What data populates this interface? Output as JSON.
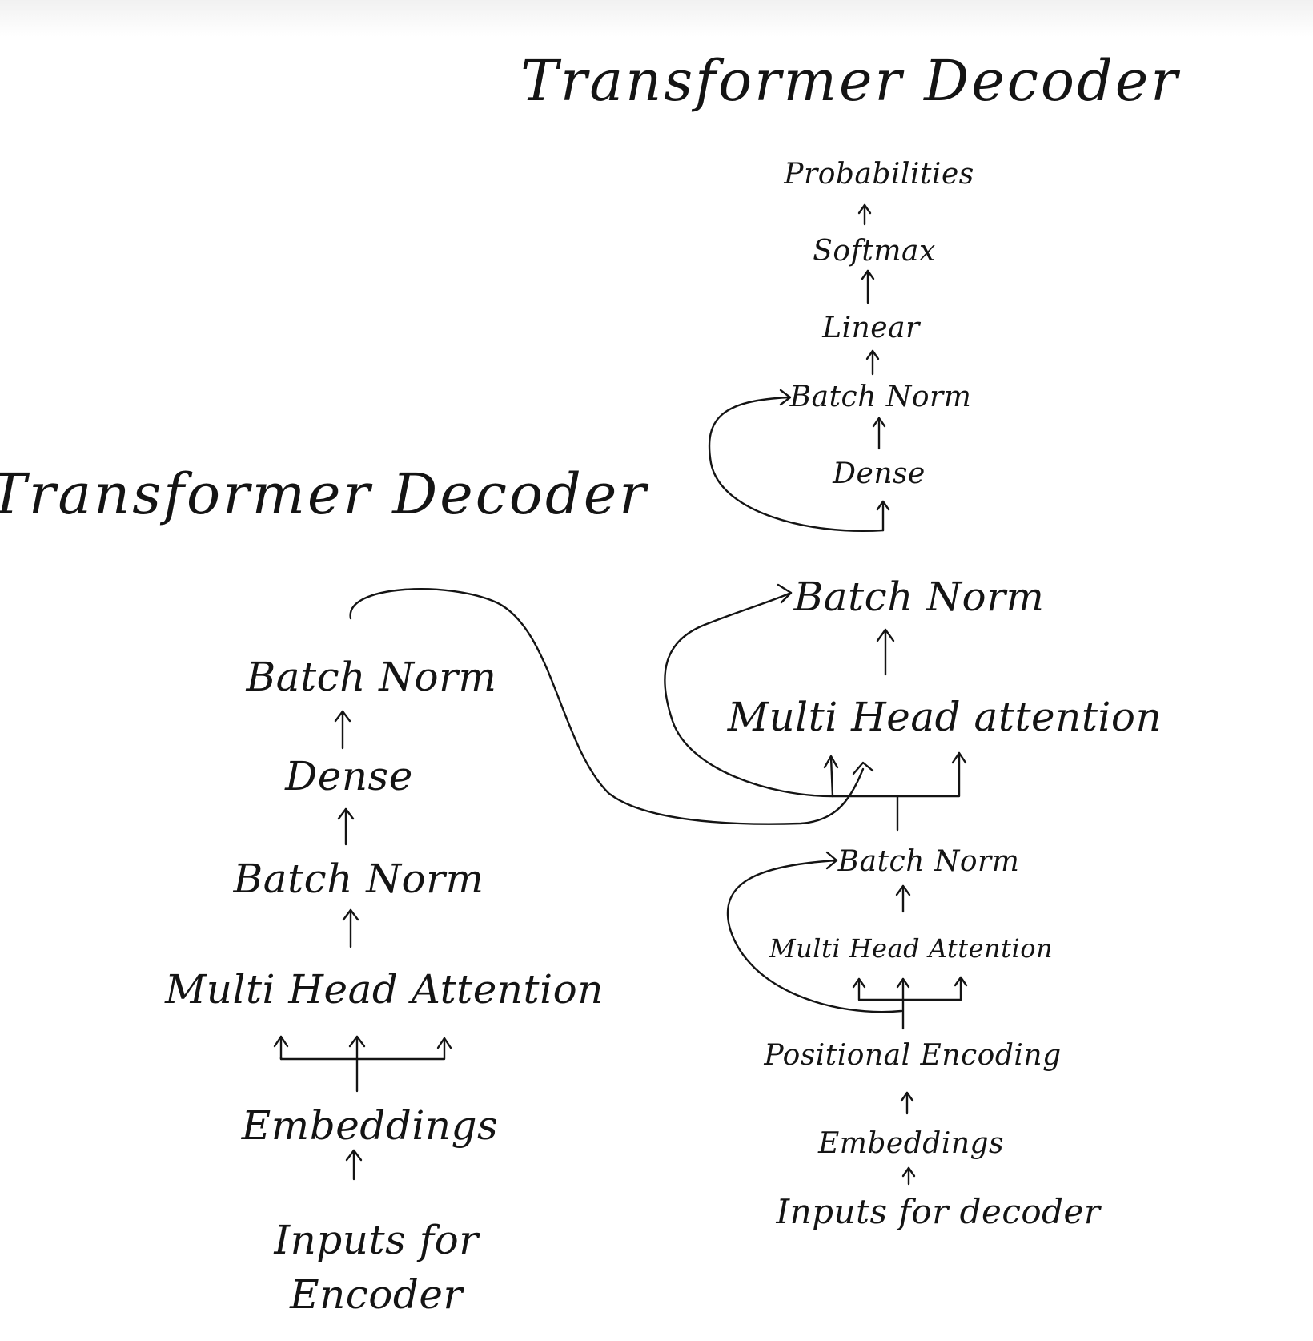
{
  "decoder_title": "Transformer Decoder",
  "encoder_title": "Transformer Decoder",
  "encoder": {
    "inputs": "Inputs for\nEncoder",
    "embeddings": "Embeddings",
    "attention": "Multi Head Attention",
    "norm1": "Batch Norm",
    "dense": "Dense",
    "norm2": "Batch Norm"
  },
  "decoder": {
    "inputs": "Inputs for decoder",
    "embeddings": "Embeddings",
    "positional": "Positional Encoding",
    "self_attention": "Multi Head Attention",
    "norm1": "Batch Norm",
    "cross_attention": "Multi Head attention",
    "norm2": "Batch Norm",
    "dense": "Dense",
    "norm3": "Batch Norm",
    "linear": "Linear",
    "softmax": "Softmax",
    "probabilities": "Probabilities"
  }
}
